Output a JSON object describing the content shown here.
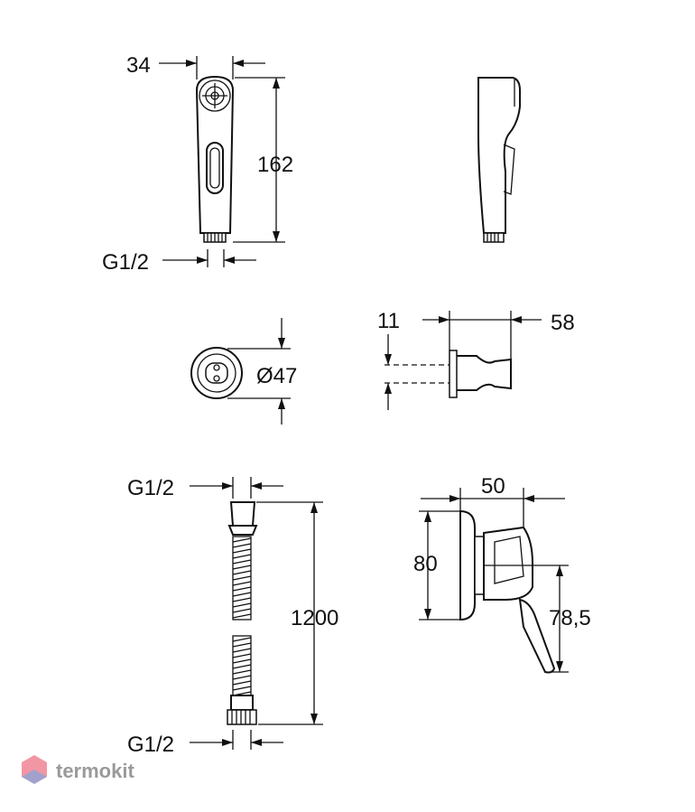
{
  "dimensions": {
    "handshower_width": "34",
    "handshower_height": "162",
    "handshower_thread": "G1/2",
    "holder_diameter": "Ø47",
    "holder_offset": "11",
    "holder_depth": "58",
    "hose_thread_top": "G1/2",
    "hose_length": "1200",
    "hose_thread_bottom": "G1/2",
    "mixer_width": "50",
    "mixer_height": "80",
    "lever_height": "78,5"
  },
  "watermark": {
    "brand": "termokit"
  },
  "colors": {
    "line": "#111111",
    "watermark_text": "#9a9a9a",
    "logo_red": "#e8405a",
    "logo_blue": "#6aa8e8"
  }
}
